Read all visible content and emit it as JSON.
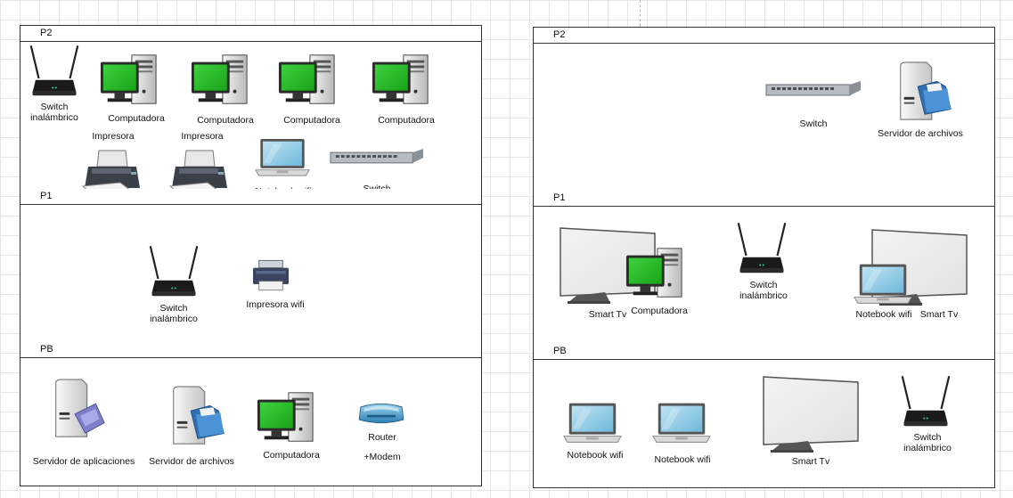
{
  "buildings": [
    {
      "floors": [
        {
          "name": "P2",
          "devices": [
            {
              "type": "wireless-switch",
              "label": "Switch\ninalámbrico"
            },
            {
              "type": "computer",
              "label": "Computadora"
            },
            {
              "type": "computer",
              "label": "Computadora"
            },
            {
              "type": "computer",
              "label": "Computadora"
            },
            {
              "type": "computer",
              "label": "Computadora"
            },
            {
              "type": "printer",
              "label": "Impresora"
            },
            {
              "type": "printer",
              "label": "Impresora"
            },
            {
              "type": "laptop",
              "label": "Notebook wifi"
            },
            {
              "type": "switch",
              "label": "Switch"
            }
          ]
        },
        {
          "name": "P1",
          "devices": [
            {
              "type": "wireless-switch",
              "label": "Switch\ninalámbrico"
            },
            {
              "type": "wifi-printer",
              "label": "Impresora wifi"
            }
          ]
        },
        {
          "name": "PB",
          "devices": [
            {
              "type": "app-server",
              "label": "Servidor de aplicaciones"
            },
            {
              "type": "file-server",
              "label": "Servidor de archivos"
            },
            {
              "type": "computer",
              "label": "Computadora"
            },
            {
              "type": "router",
              "label": "Router\n+Modem"
            }
          ]
        }
      ]
    },
    {
      "floors": [
        {
          "name": "P2",
          "devices": [
            {
              "type": "switch",
              "label": "Switch"
            },
            {
              "type": "file-server",
              "label": "Servidor de archivos"
            }
          ]
        },
        {
          "name": "P1",
          "devices": [
            {
              "type": "smart-tv",
              "label": "Smart Tv"
            },
            {
              "type": "computer",
              "label": "Computadora"
            },
            {
              "type": "wireless-switch",
              "label": "Switch\ninalámbrico"
            },
            {
              "type": "smart-tv",
              "label": "Smart Tv"
            },
            {
              "type": "laptop",
              "label": "Notebook wifi"
            }
          ]
        },
        {
          "name": "PB",
          "devices": [
            {
              "type": "laptop",
              "label": "Notebook wifi"
            },
            {
              "type": "laptop",
              "label": "Notebook wifi"
            },
            {
              "type": "smart-tv",
              "label": "Smart Tv"
            },
            {
              "type": "wireless-switch",
              "label": "Switch\ninalámbrico"
            }
          ]
        }
      ]
    }
  ]
}
